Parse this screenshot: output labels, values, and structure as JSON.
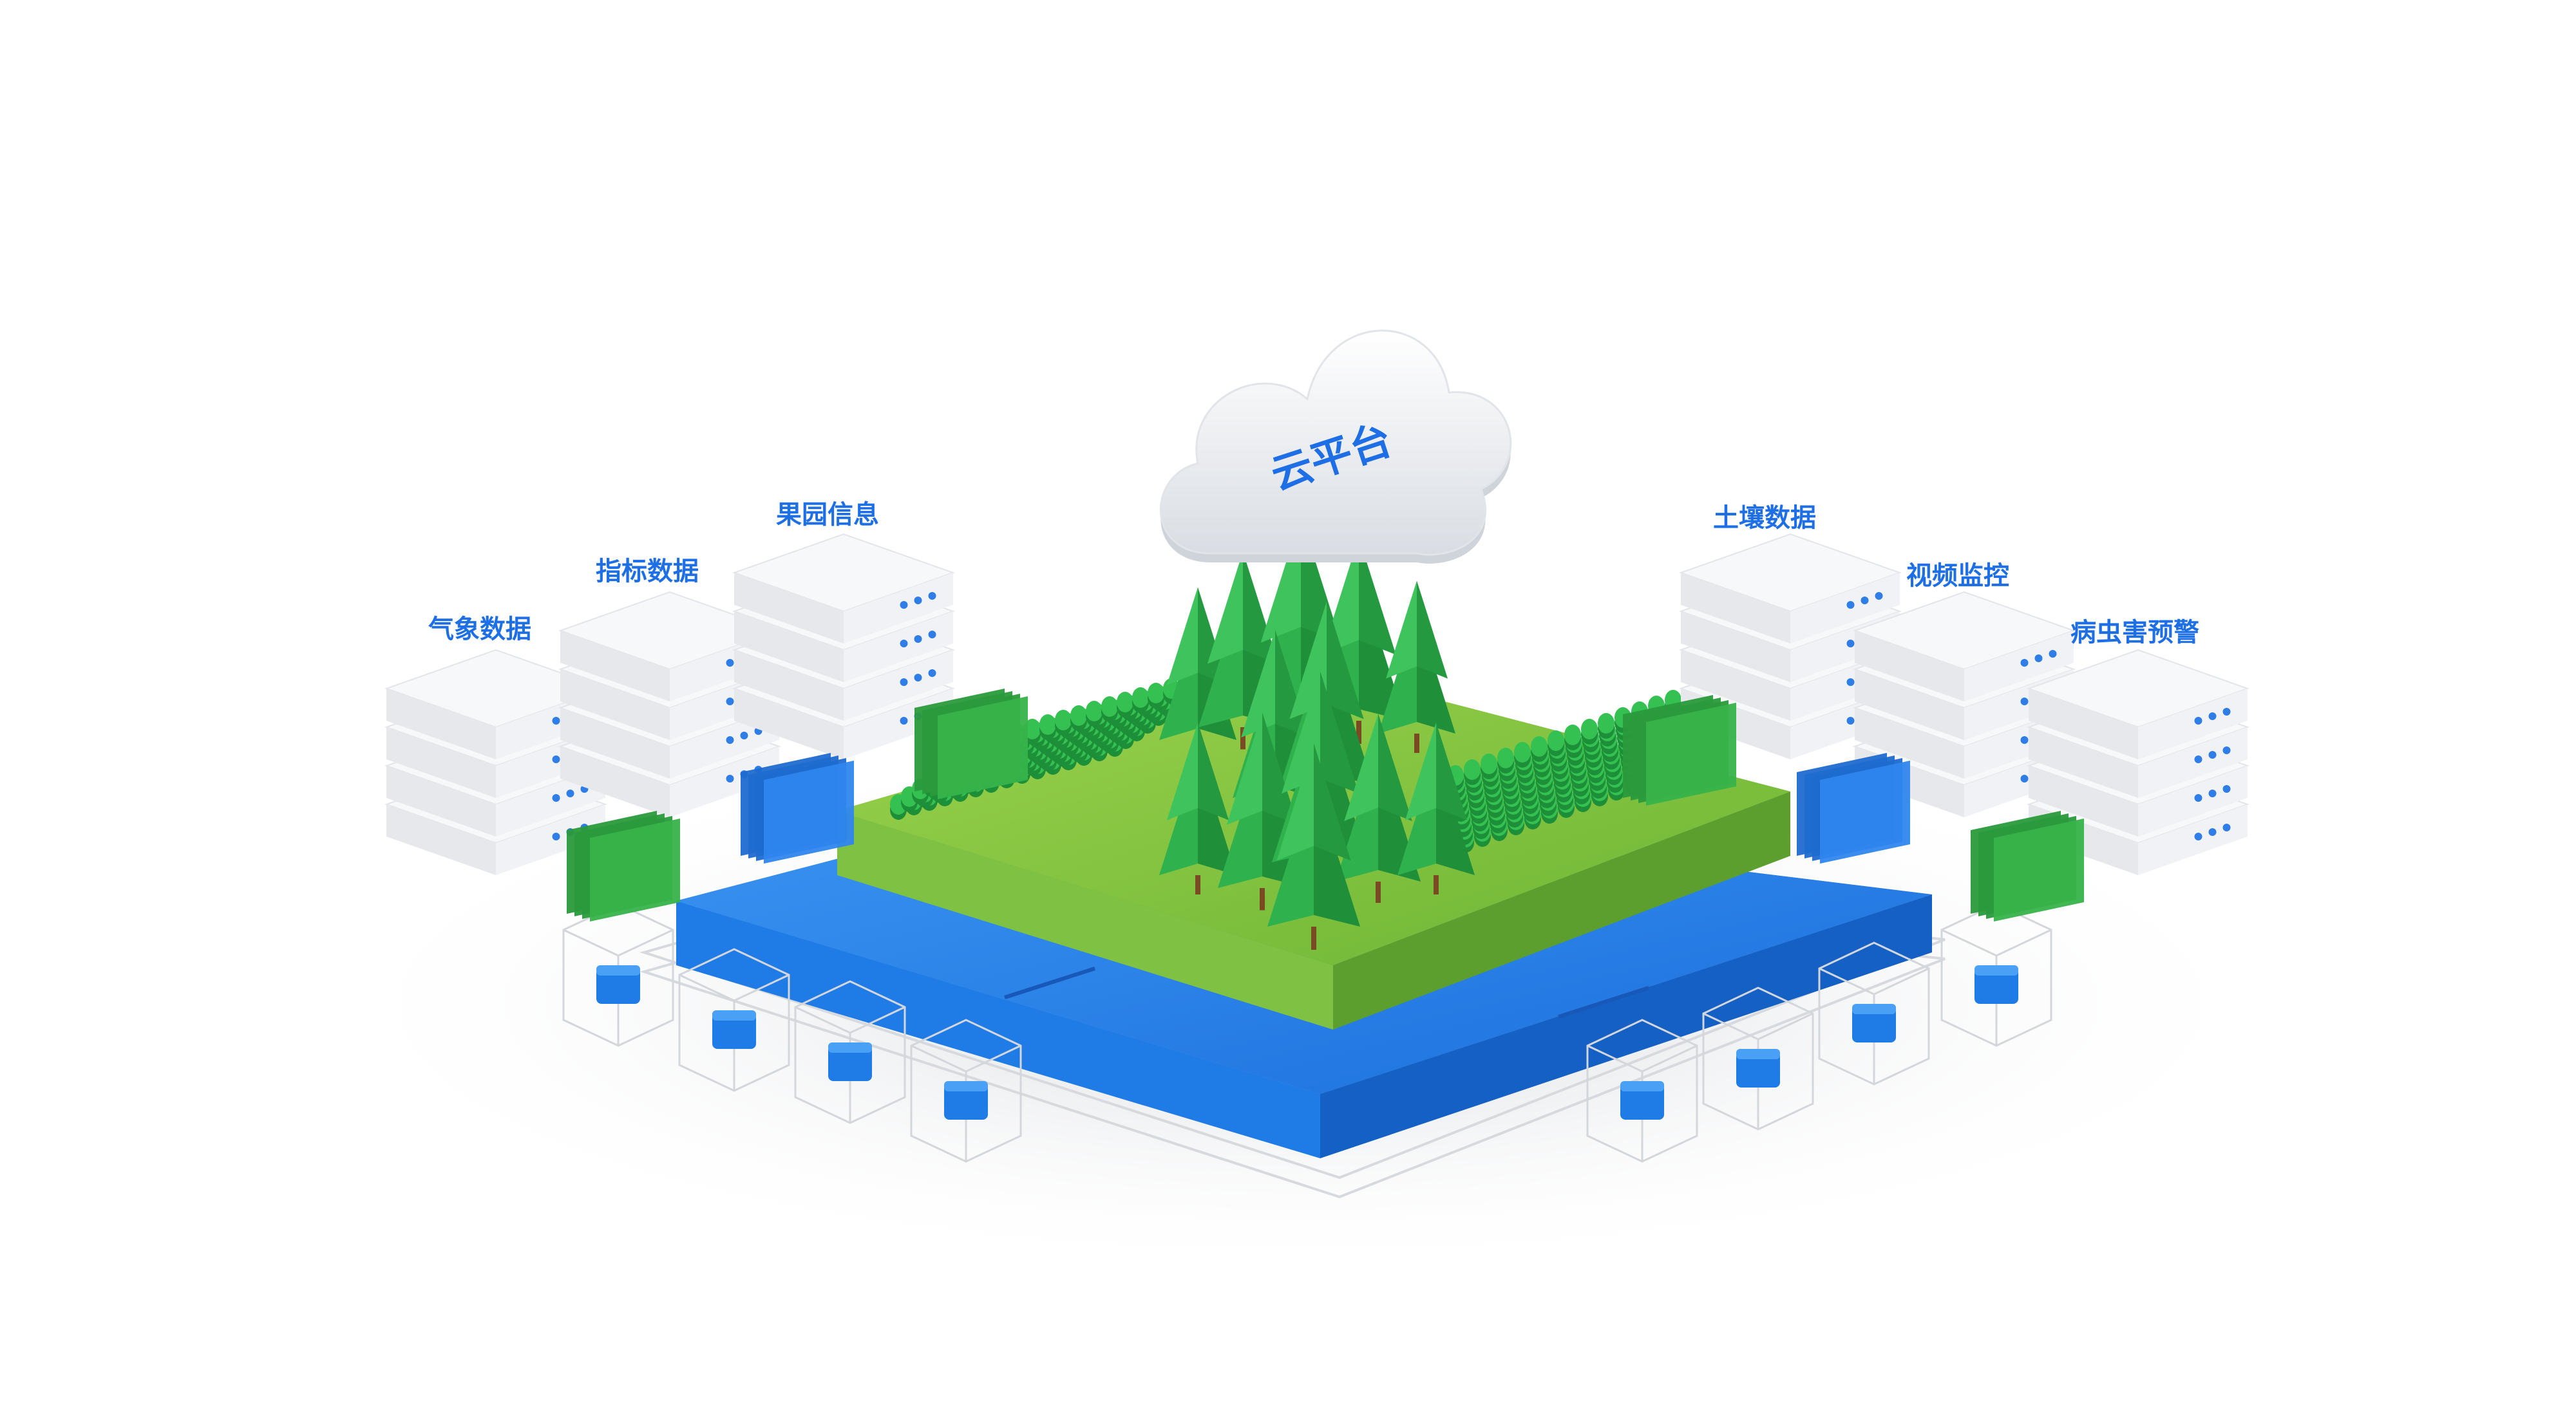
{
  "cloud": {
    "label": "云平台"
  },
  "left_servers": [
    {
      "label": "气象数据"
    },
    {
      "label": "指标数据"
    },
    {
      "label": "果园信息"
    }
  ],
  "right_servers": [
    {
      "label": "土壤数据"
    },
    {
      "label": "视频监控"
    },
    {
      "label": "病虫害预警"
    }
  ],
  "colors": {
    "accent_blue": "#1e6fe6",
    "platform_blue": "#1f7be6",
    "grass_green": "#8cc63f",
    "tree_green": "#2eb24a",
    "server_white": "#eef0f3"
  }
}
